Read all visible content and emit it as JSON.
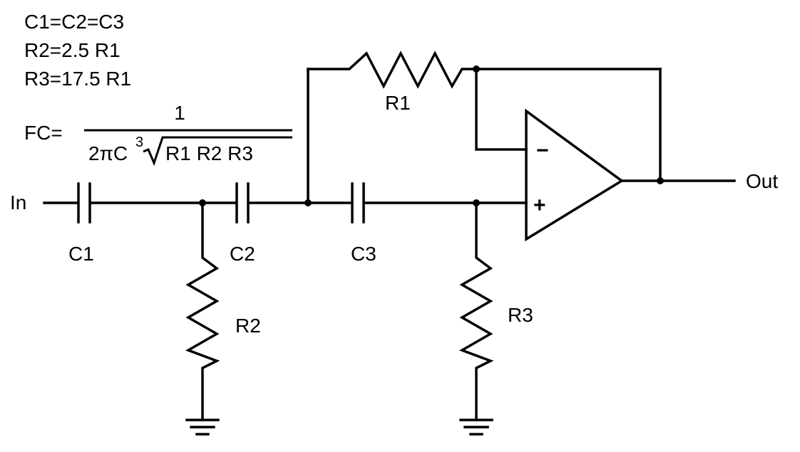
{
  "equations": {
    "line1": "C1=C2=C3",
    "line2": "R2=2.5 R1",
    "line3": "R3=17.5 R1"
  },
  "formula": {
    "lhs": "FC=",
    "numerator": "1",
    "denominator_prefix": "2πC",
    "root_index": "3",
    "radicand": "R1 R2 R3"
  },
  "labels": {
    "input": "In",
    "output": "Out",
    "c1": "C1",
    "c2": "C2",
    "c3": "C3",
    "r1": "R1",
    "r2": "R2",
    "r3": "R3",
    "opamp_minus": "−",
    "opamp_plus": "+"
  }
}
